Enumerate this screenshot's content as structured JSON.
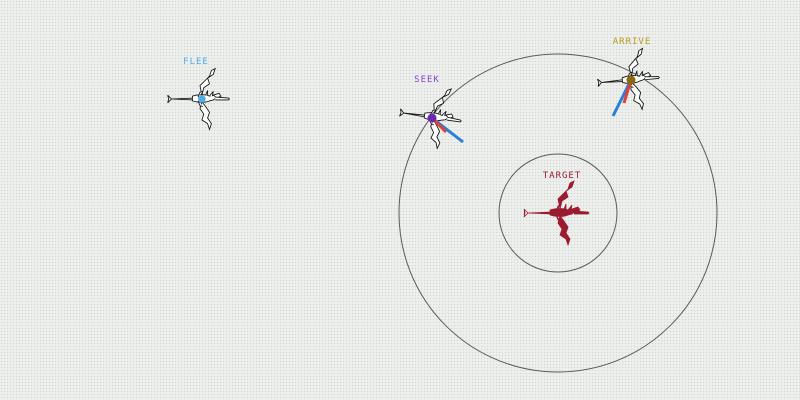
{
  "agents": {
    "flee": {
      "label": "FLEE",
      "color": "#4aaee8",
      "dot_color": "#4aaee8"
    },
    "seek": {
      "label": "SEEK",
      "color": "#8a3fd6",
      "dot_color": "#6b2ab0"
    },
    "arrive": {
      "label": "ARRIVE",
      "color": "#b89a1e",
      "dot_color": "#8a6a10"
    },
    "target": {
      "label": "TARGET",
      "color": "#9b1b30"
    }
  },
  "colors": {
    "ring": "#5a5a5a",
    "outline": "#111111",
    "velocity": "#2b7fd6",
    "steering": "#e0403a"
  }
}
